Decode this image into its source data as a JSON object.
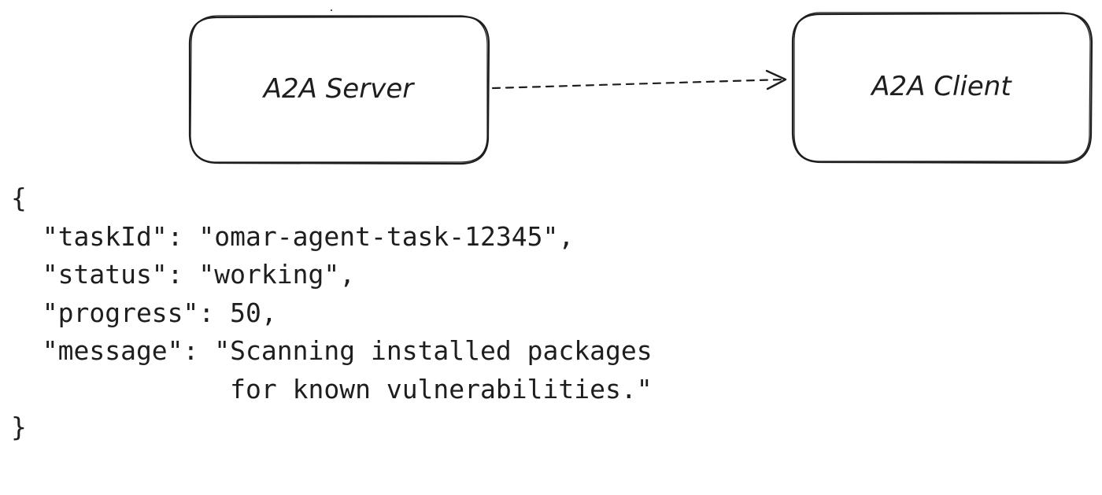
{
  "diagram": {
    "nodes": [
      {
        "id": "server",
        "label": "A2A Server"
      },
      {
        "id": "client",
        "label": "A2A Client"
      }
    ],
    "edges": [
      {
        "from": "server",
        "to": "client",
        "style": "dashed",
        "arrow": "open"
      }
    ]
  },
  "code": {
    "lines": [
      "{",
      "  \"taskId\": \"omar-agent-task-12345\",",
      "  \"status\": \"working\",",
      "  \"progress\": 50,",
      "  \"message\": \"Scanning installed packages",
      "              for known vulnerabilities.\"",
      "}"
    ]
  }
}
